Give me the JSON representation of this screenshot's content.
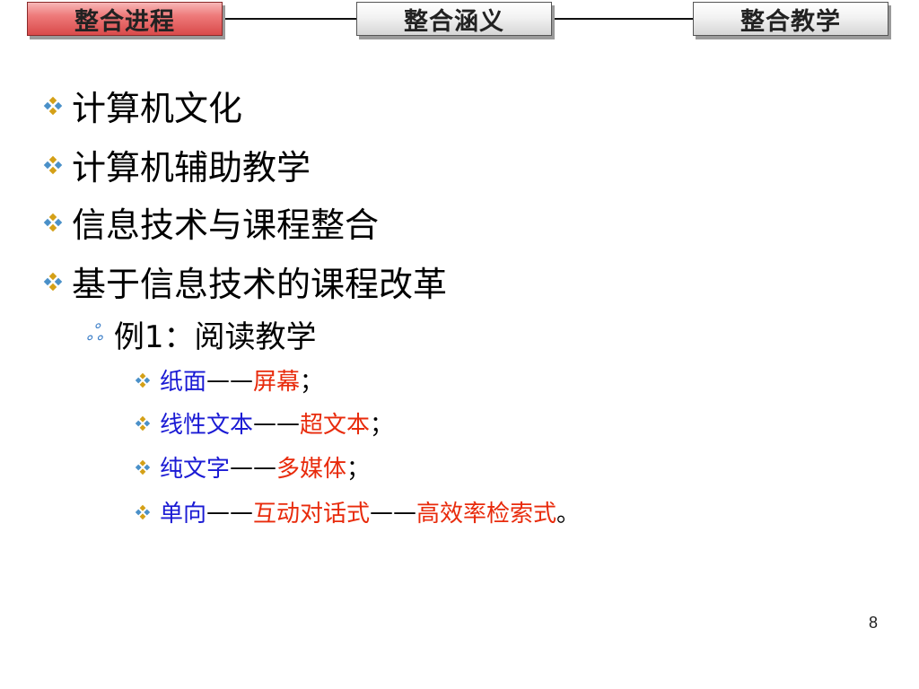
{
  "nav": {
    "items": [
      {
        "label": "整合进程",
        "active": true
      },
      {
        "label": "整合涵义",
        "active": false
      },
      {
        "label": "整合教学",
        "active": false
      }
    ]
  },
  "content": {
    "level1": [
      "计算机文化",
      "计算机辅助教学",
      "信息技术与课程整合",
      "基于信息技术的课程改革"
    ],
    "example_title": "例1：阅读教学",
    "sub_items": [
      {
        "parts": [
          {
            "text": "纸面",
            "color": "blue"
          },
          {
            "text": "——",
            "color": "black"
          },
          {
            "text": "屏幕",
            "color": "red"
          },
          {
            "text": "；",
            "color": "black"
          }
        ]
      },
      {
        "parts": [
          {
            "text": "线性文本",
            "color": "blue"
          },
          {
            "text": "——",
            "color": "black"
          },
          {
            "text": "超文本",
            "color": "red"
          },
          {
            "text": "；",
            "color": "black"
          }
        ]
      },
      {
        "parts": [
          {
            "text": "纯文字",
            "color": "blue"
          },
          {
            "text": "——",
            "color": "black"
          },
          {
            "text": "多媒体",
            "color": "red"
          },
          {
            "text": "；",
            "color": "black"
          }
        ]
      },
      {
        "parts": [
          {
            "text": "单向",
            "color": "blue"
          },
          {
            "text": "——",
            "color": "black"
          },
          {
            "text": "互动对话式",
            "color": "red"
          },
          {
            "text": "——",
            "color": "black"
          },
          {
            "text": "高效率检索式",
            "color": "red"
          },
          {
            "text": "。",
            "color": "black"
          }
        ]
      }
    ]
  },
  "footer": {
    "page_number": "8"
  },
  "colors": {
    "active_tab": "#e05050",
    "blue_text": "#1a1ad4",
    "red_text": "#e82b0c",
    "bullet_gold": "#d4a017",
    "bullet_blue": "#4a90c8"
  },
  "icons": {
    "level1_bullet": "diamond-bullet-icon",
    "level2_bullet": "swirl-bullet-icon",
    "level3_bullet": "diamond-bullet-icon"
  }
}
